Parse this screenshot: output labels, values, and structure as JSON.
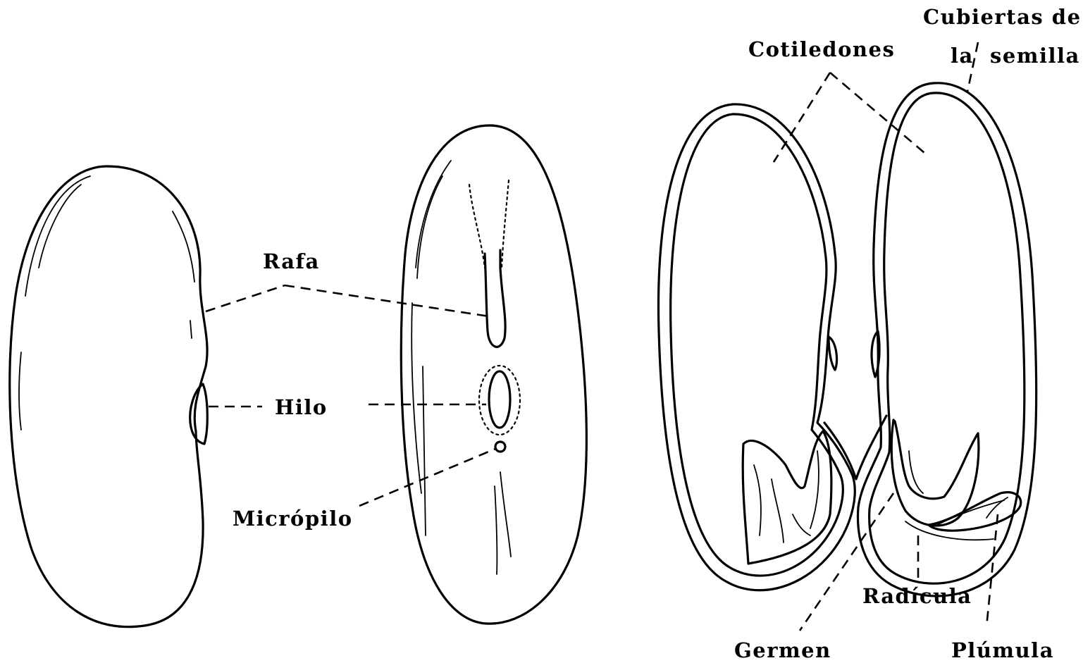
{
  "labels": {
    "rafa": "Rafa",
    "hilo": "Hilo",
    "micropilo": "Micrópilo",
    "cotiledones": "Cotiledones",
    "cubiertas_line1": "Cubiertas de",
    "cubiertas_line2_a": "la",
    "cubiertas_line2_b": "semilla",
    "radicula": "Radícula",
    "germen": "Germen",
    "plumula": "Plúmula"
  },
  "colors": {
    "ink": "#000000",
    "paper": "#ffffff"
  }
}
